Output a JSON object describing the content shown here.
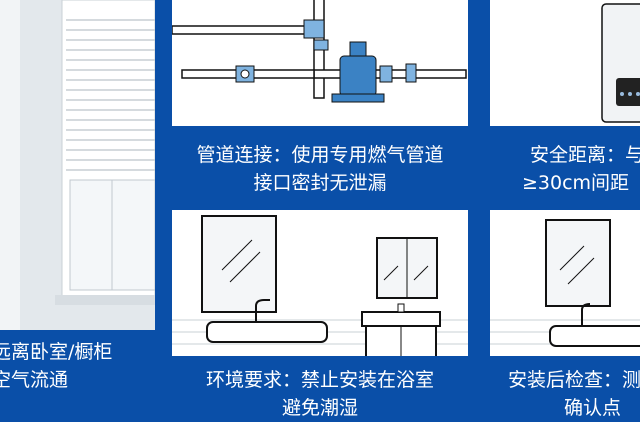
{
  "colors": {
    "brand_blue": "#0a4fa8",
    "pipe_blue": "#3b82c4",
    "white": "#ffffff"
  },
  "panels": {
    "left": {
      "caption_line1": "远离卧室/橱柜",
      "caption_line2": "空气流通"
    },
    "pipe": {
      "caption_line1": "管道连接：使用专用燃气管道",
      "caption_line2": "接口密封无泄漏"
    },
    "distance": {
      "caption_line1": "安全距离：与",
      "caption_line2": "≥30cm间距"
    },
    "environment": {
      "caption_line1": "环境要求：禁止安装在浴室",
      "caption_line2": "避免潮湿"
    },
    "inspection": {
      "caption_line1": "安装后检查：测",
      "caption_line2": "确认点"
    }
  },
  "icons": [
    "window-blinds-icon",
    "gas-pipe-icon",
    "water-heater-icon",
    "bathroom-mirror-icon",
    "sink-icon"
  ]
}
